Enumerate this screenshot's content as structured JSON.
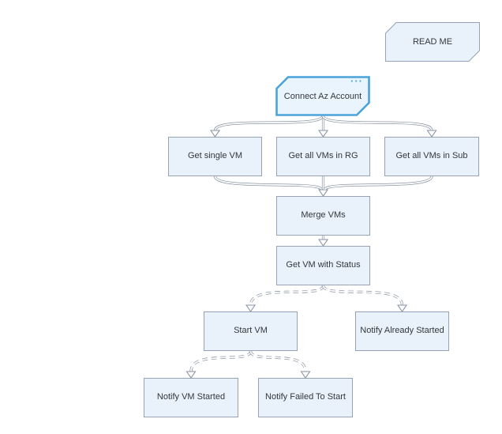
{
  "diagram": {
    "colors": {
      "node_fill": "#e9f2fa",
      "node_border": "#97a3b4",
      "selected_stroke": "#4aa3da",
      "selected_fill": "#eaf4fc",
      "connector": "#8a95a3",
      "label_text": "#33373c",
      "canvas_bg": "#ffffff"
    },
    "nodes": {
      "read_me": {
        "label": "READ ME",
        "shape": "card"
      },
      "connect_az_account": {
        "label": "Connect Az Account",
        "shape": "card",
        "selected": true,
        "menu_ellipsis": "···"
      },
      "get_single_vm": {
        "label": "Get single VM",
        "shape": "rect"
      },
      "get_all_vms_in_rg": {
        "label": "Get all VMs in RG",
        "shape": "rect"
      },
      "get_all_vms_in_sub": {
        "label": "Get all VMs in Sub",
        "shape": "rect"
      },
      "merge_vms": {
        "label": "Merge VMs",
        "shape": "rect"
      },
      "get_vm_with_status": {
        "label": "Get VM with Status",
        "shape": "rect"
      },
      "start_vm": {
        "label": "Start VM",
        "shape": "rect"
      },
      "notify_already_started": {
        "label": "Notify Already Started",
        "shape": "rect"
      },
      "notify_vm_started": {
        "label": "Notify VM Started",
        "shape": "rect"
      },
      "notify_failed_to_start": {
        "label": "Notify Failed To Start",
        "shape": "rect"
      }
    },
    "edges": [
      {
        "from": "connect_az_account",
        "to": "get_single_vm",
        "style": "solid"
      },
      {
        "from": "connect_az_account",
        "to": "get_all_vms_in_rg",
        "style": "solid"
      },
      {
        "from": "connect_az_account",
        "to": "get_all_vms_in_sub",
        "style": "solid"
      },
      {
        "from": "get_single_vm",
        "to": "merge_vms",
        "style": "solid"
      },
      {
        "from": "get_all_vms_in_rg",
        "to": "merge_vms",
        "style": "solid"
      },
      {
        "from": "get_all_vms_in_sub",
        "to": "merge_vms",
        "style": "solid"
      },
      {
        "from": "merge_vms",
        "to": "get_vm_with_status",
        "style": "solid"
      },
      {
        "from": "get_vm_with_status",
        "to": "start_vm",
        "style": "dashed"
      },
      {
        "from": "get_vm_with_status",
        "to": "notify_already_started",
        "style": "dashed"
      },
      {
        "from": "start_vm",
        "to": "notify_vm_started",
        "style": "dashed"
      },
      {
        "from": "start_vm",
        "to": "notify_failed_to_start",
        "style": "dashed"
      }
    ]
  }
}
